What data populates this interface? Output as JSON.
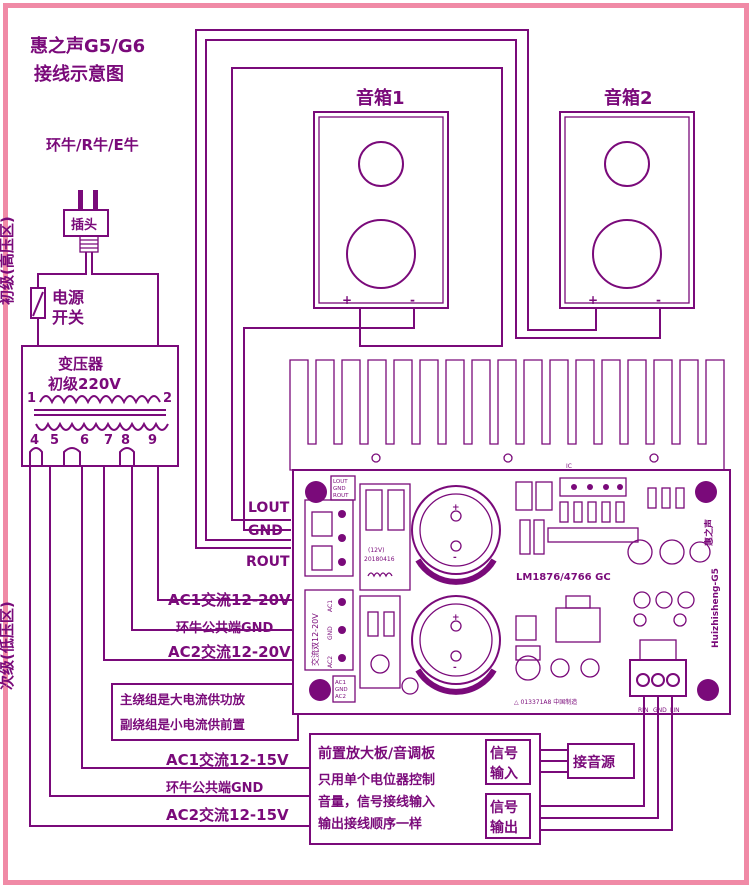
{
  "title_line1": "惠之声G5/G6",
  "title_line2": "接线示意图",
  "primary_side_label": "初级(高压区)",
  "secondary_side_label": "次级(低压区)",
  "transformer_types": "环牛/R牛/E牛",
  "plug_label": "插头",
  "switch_label_1": "电源",
  "switch_label_2": "开关",
  "transformer_label_1": "变压器",
  "transformer_label_2": "初级220V",
  "pin_1": "1",
  "pin_2": "2",
  "secondary_pins": [
    "4",
    "5",
    "6",
    "7",
    "8",
    "9"
  ],
  "speaker_1": "音箱1",
  "speaker_2": "音箱2",
  "plus": "+",
  "minus": "-",
  "out_labels": [
    "LOUT",
    "GND",
    "ROUT"
  ],
  "ac_upper": [
    "AC1交流12-20V",
    "环牛公共端GND",
    "AC2交流12-20V"
  ],
  "ac_lower": [
    "AC1交流12-15V",
    "环牛公共端GND",
    "AC2交流12-15V"
  ],
  "note_line1": "主绕组是大电流供功放",
  "note_line2": "副绕组是小电流供前置",
  "preamp_title": "前置放大板/音调板",
  "preamp_desc_1": "只用单个电位器控制",
  "preamp_desc_2": "音量，信号接线输入",
  "preamp_desc_3": "输出接线顺序一样",
  "signal_in_1": "信号",
  "signal_in_2": "输入",
  "signal_out_1": "信号",
  "signal_out_2": "输出",
  "source_label": "接音源",
  "pcb": {
    "chip_label": "LM1876/4766 GC",
    "brand_vertical": "Huizhisheng-G5",
    "brand_cn": "惠之声",
    "small_12v": "(12V)",
    "small_date": "20180416",
    "ac_block_label": "交流双12-20V",
    "ac_pins": [
      "AC1",
      "GND",
      "AC2"
    ],
    "out_pins_small": [
      "LOUT",
      "GND",
      "ROUT"
    ],
    "ac_pins_small": [
      "AC1",
      "GND",
      "AC2"
    ],
    "signal_pins": [
      "RIN",
      "GND",
      "LIN"
    ],
    "bottom_text": "△ 013371A8 中国制造",
    "top_mark": "IC"
  }
}
